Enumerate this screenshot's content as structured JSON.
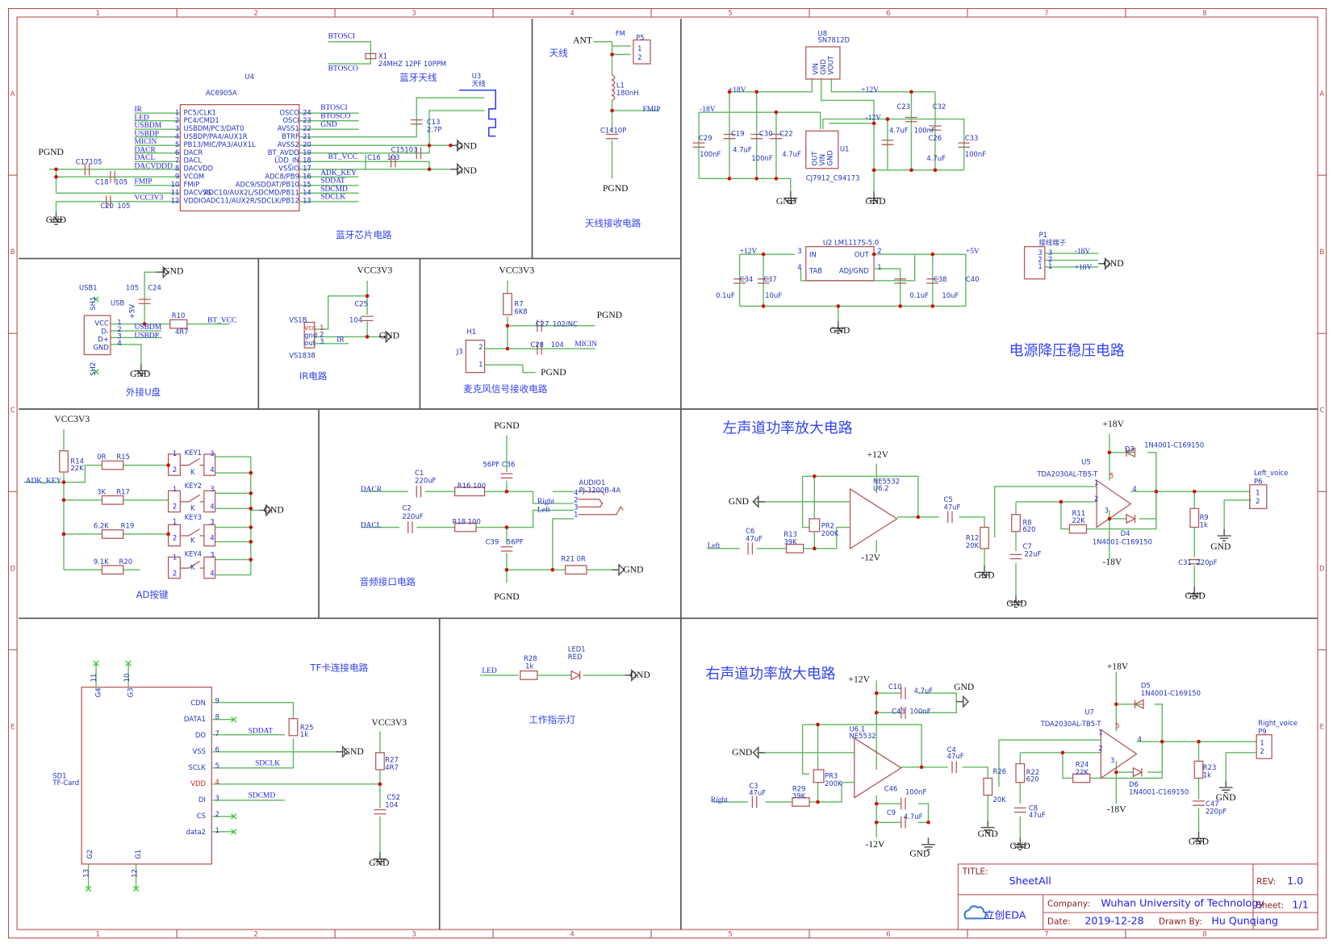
{
  "frame": {
    "columns": [
      "1",
      "2",
      "3",
      "4",
      "5",
      "6",
      "7",
      "8"
    ],
    "rows": [
      "A",
      "B",
      "C",
      "D",
      "E"
    ],
    "border_color": "#b84a4a",
    "wire_color": "#5cb85c",
    "part_color": "#b35656",
    "text_color": "#2222cc"
  },
  "title_block": {
    "title_label": "TITLE:",
    "title": "SheetAll",
    "rev_label": "REV:",
    "rev": "1.0",
    "company_label": "Company:",
    "company": "Wuhan University of Technology",
    "sheet_label": "Sheet:",
    "sheet": "1/1",
    "date_label": "Date:",
    "date": "2019-12-28",
    "drawn_label": "Drawn By:",
    "drawn_by": "Hu Qunqiang",
    "logo": "立创EDA"
  },
  "bt": {
    "title": "蓝牙芯片电路",
    "btosci": "BTOSCI",
    "btosco": "BTOSCO",
    "x1": "X1",
    "x1_val": "24MHZ 12PF 10PPM",
    "u4": "U4",
    "u4_val": "AC6905A",
    "ant_title": "蓝牙天线",
    "u3": "U3",
    "u3_val": "天线",
    "left_nets": [
      "IR",
      "LED",
      "USBDM",
      "USBDP",
      "MICIN",
      "DACR",
      "DACL",
      "DACVDDD",
      "FMIP",
      "VCC3V3"
    ],
    "left_pins": [
      "PC5/CLK1",
      "PC4/CMD1",
      "USBDM/PC3/DAT0",
      "USBDP/PA4/AUX1R",
      "PB13/MIC/PA3/AUX1L",
      "DACR",
      "DACL",
      "DACVDD",
      "VCOM",
      "FMIP",
      "DACVSS",
      "VDDIO"
    ],
    "left_nums": [
      "1",
      "2",
      "3",
      "4",
      "5",
      "6",
      "7",
      "8",
      "9",
      "10",
      "11",
      "12"
    ],
    "right_pins": [
      "OSCO",
      "OSCI",
      "AVSS1",
      "BTRF",
      "AVSS2",
      "BT_AVDD",
      "LOD_IN",
      "VSSIO",
      "ADC8/PB9",
      "ADC9/SDDAT/PB10",
      "ADC10/AUX2L/SDCMD/PB11",
      "ADC11/AUX2R/SDCLK/PB12"
    ],
    "right_nums": [
      "24",
      "23",
      "22",
      "21",
      "20",
      "19",
      "18",
      "17",
      "16",
      "15",
      "14",
      "13"
    ],
    "right_nets": [
      "BTOSCI",
      "BTOSCO",
      "GND",
      "BT_VCC",
      "ADK_KEY",
      "SDDAT",
      "SDCMD",
      "SDCLK"
    ],
    "c13": "C13",
    "c13_val": "2.7P",
    "c15": "C15103",
    "c16": "C16",
    "c16_val": "103",
    "gnd1": "GND",
    "gnd2": "GND",
    "pgnd": "PGND",
    "c17": "C17105",
    "c18": "C18",
    "c18_val": "105",
    "c20": "C20",
    "c20_val": "105",
    "gnd3": "GND"
  },
  "antenna": {
    "title": "天线接收电路",
    "ant": "ANT",
    "fm": "FM",
    "label": "天线",
    "p5": "P5",
    "p5_1": "1",
    "p5_2": "2",
    "l1": "L1",
    "l1_val": "180nH",
    "fmip": "FMIP",
    "c14": "C1410P",
    "pgnd": "PGND"
  },
  "power": {
    "title": "电源降压稳压电路",
    "u8": "U8",
    "u8_val": "SN7812D",
    "u8_pins": [
      "VIN",
      "GND",
      "VOUT"
    ],
    "u8_nums": "1 2 3",
    "p18": "+18V",
    "p12": "+12V",
    "m18": "-18V",
    "m12": "-12V",
    "c29": "C29",
    "c29_val": "100nF",
    "c19": "C19",
    "c19_val": "4.7uF",
    "c30": "C30",
    "c30_val": "100nF",
    "c22": "C22",
    "c22_val": "4.7uF",
    "u1": "U1",
    "u1_val": "CJ7912_C94173",
    "u1_pins": [
      "OUT",
      "VIN",
      "GND"
    ],
    "u1_nums": "3 2 1",
    "c23": "C23",
    "c23_val": "4.7uF",
    "c32": "C32",
    "c32_val": "100nF",
    "c26": "C26",
    "c26_val": "4.7uF",
    "c33": "C33",
    "c33_val": "100nF",
    "gnd1": "GND",
    "gnd2": "GND",
    "u2": "U2  LM1117S-5.0",
    "u2_in": "IN",
    "u2_out": "OUT",
    "u2_tab": "TAB",
    "u2_adj": "ADJ/GND",
    "n3": "3",
    "n2": "2",
    "n4": "4",
    "n1": "1",
    "p12b": "+12V",
    "p5": "+5V",
    "c34": "C34",
    "c34_val": "0.1uF",
    "c37": "C37",
    "c37_val": "10uF",
    "c38": "C38",
    "c38_val": "0.1uF",
    "c40": "C40",
    "c40_val": "10uF",
    "gnd3": "GND",
    "p1": "P1",
    "p1_val": "接线端子",
    "p1_nums": [
      "3",
      "2",
      "1"
    ],
    "p1_nets": [
      "-18V",
      "+18V"
    ],
    "gnd4": "GND"
  },
  "usb": {
    "title": "外接U盘",
    "usb1": "USB1",
    "usb": "USB",
    "sh1": "SH1",
    "sh2": "SH2",
    "pins": [
      "VCC",
      "D-",
      "D+",
      "GND"
    ],
    "nums": [
      "1",
      "2",
      "3",
      "4"
    ],
    "p5v": "+5V",
    "usbdm": "USBDM",
    "usbdp": "USBDP",
    "c24_val": "105",
    "c24": "C24",
    "r10": "R10",
    "r10_val": "4R7",
    "bt_vcc": "BT_VCC",
    "gnd1": "GND",
    "gnd2": "GND"
  },
  "ir": {
    "title": "IR电路",
    "vcc": "VCC3V3",
    "c25": "C25",
    "c25_val": "104",
    "vs1b": "VS1B",
    "vs1838": "VS1838",
    "pins": [
      "vcc",
      "gnd",
      "out"
    ],
    "nums": [
      "1",
      "2",
      "3"
    ],
    "ir": "IR",
    "gnd": "GND"
  },
  "mic": {
    "title": "麦克风信号接收电路",
    "vcc": "VCC3V3",
    "r7": "R7",
    "r7_val": "6K8",
    "c27": "C27",
    "c27_val": "102/NC",
    "pgnd1": "PGND",
    "c28": "C28",
    "c28_val": "104",
    "micin": "MICIN",
    "h1": "H1",
    "j3": "J3",
    "n2": "2",
    "n1": "1",
    "pgnd2": "PGND"
  },
  "keys": {
    "title": "AD按键",
    "vcc": "VCC3V3",
    "r14": "R14",
    "r14_val": "22K",
    "adk": "ADK_KEY",
    "rows": [
      {
        "rv": "0R",
        "r": "R15",
        "key": "KEY1"
      },
      {
        "rv": "3K",
        "r": "R17",
        "key": "KEY2"
      },
      {
        "rv": "6.2K",
        "r": "R19",
        "key": "KEY3"
      },
      {
        "rv": "9.1K",
        "r": "R20",
        "key": "KEY4"
      }
    ],
    "k": "K",
    "p1": "1",
    "p2": "2",
    "p3": "3",
    "p4": "4",
    "gnd": "GND"
  },
  "audio": {
    "title": "音频接口电路",
    "pgnd1": "PGND",
    "c36": "56PF  C36",
    "c1": "C1",
    "c1_val": "220uF",
    "dacr": "DACR",
    "r16": "R16 100",
    "audio1": "AUDIO1",
    "audio1_val": "PJ-3200B-4A",
    "right": "Right",
    "left": "Left",
    "nums": [
      "4",
      "2",
      "3",
      "1"
    ],
    "c2": "C2",
    "c2_val": "220uF",
    "dacl": "DACL",
    "r18": "R18 100",
    "c39": "C39",
    "c39_val": "56PF",
    "r21": "R21  0R",
    "gnd": "GND",
    "pgnd2": "PGND"
  },
  "left_amp": {
    "title": "左声道功率放大电路",
    "p12": "+12V",
    "ne": "NE5532",
    "u62": "U6.2",
    "gnd1": "GND",
    "c6": "C6",
    "c6_val": "47uF",
    "left": "Left",
    "r13": "R13",
    "r13_val": "39K",
    "pr2": "PR2",
    "pr2_val": "200K",
    "m12": "-12V",
    "c5": "C5",
    "c5_val": "47uF",
    "r12": "R12",
    "r12_val": "20K",
    "gnd2": "GND",
    "r8": "R8",
    "r8_val": "620",
    "c7": "C7",
    "c7_val": "22uF",
    "gnd3": "GND",
    "u5": "U5",
    "u5_val": "TDA2030AL-TB5-T",
    "p18": "+18V",
    "d3": "D3",
    "d3_val": "1N4001-C169150",
    "r11": "R11",
    "r11_val": "22K",
    "d4": "D4",
    "d4_val": "1N4001-C169150",
    "m18": "-18V",
    "r9": "R9",
    "r9_val": "1k",
    "c31": "C31",
    "c31_val": "220pF",
    "gnd4": "GND",
    "voice": "Left_voice",
    "p6": "P6",
    "gnd5": "GND",
    "n1": "1",
    "n2": "2",
    "n3": "3",
    "n4": "4",
    "n5": "5"
  },
  "right_amp": {
    "title": "右声道功率放大电路",
    "p12": "+12V",
    "c10": "C10",
    "c10_val": "4.7uF",
    "gnd0": "GND",
    "c43": "C43",
    "c43_val": "100nF",
    "u61": "U6.1",
    "ne": "NE5532",
    "gnd1": "GND",
    "c3": "C3",
    "c3_val": "47uF",
    "right": "Right",
    "r29": "R29",
    "r29_val": "39K",
    "pr3": "PR3",
    "pr3_val": "200K",
    "c46": "C46",
    "c46_val": "100nF",
    "c9": "C9",
    "c9_val": "4.7uF",
    "m12": "-12V",
    "gnd6": "GND",
    "c4": "C4",
    "c4_val": "47uF",
    "r26": "R26",
    "r26_val": "20K",
    "gnd2": "GND",
    "r22": "R22",
    "r22_val": "620",
    "c8": "C8",
    "c8_val": "47uF",
    "gnd3": "GND",
    "u7": "U7",
    "u7_val": "TDA2030AL-TB5-T",
    "p18": "+18V",
    "d5": "D5",
    "d5_val": "1N4001-C169150",
    "r24": "R24",
    "r24_val": "22K",
    "d6": "D6",
    "d6_val": "1N4001-C169150",
    "m18": "-18V",
    "r23": "R23",
    "r23_val": "1k",
    "c47": "C47",
    "c47_val": "220pF",
    "gnd4": "GND",
    "voice": "Right_voice",
    "p9": "P9",
    "gnd5": "GND",
    "n1": "1",
    "n2": "2",
    "n3": "3",
    "n4": "4",
    "n5": "5"
  },
  "tf": {
    "title": "TF卡连接电路",
    "sd1": "SD1",
    "sd1_val": "TF-Card",
    "pins": [
      "CDN",
      "DATA1",
      "DO",
      "VSS",
      "SCLK",
      "VDD",
      "DI",
      "CS",
      "data2"
    ],
    "nums": [
      "9",
      "8",
      "7",
      "6",
      "5",
      "4",
      "3",
      "2",
      "1"
    ],
    "g4": "G4",
    "g3": "G3",
    "g2": "G2",
    "g1": "G1",
    "n11": "11",
    "n10": "10",
    "n13": "13",
    "n12": "12",
    "sddat": "SDDAT",
    "sdclk": "SDCLK",
    "sdcmd": "SDCMD",
    "r25": "R25",
    "r25_val": "1k",
    "gnd1": "GND",
    "vcc": "VCC3V3",
    "r27": "R27",
    "r27_val": "4R7",
    "c52": "C52",
    "c52_val": "104",
    "gnd2": "GND"
  },
  "led": {
    "title": "工作指示灯",
    "led": "LED",
    "r28": "R28",
    "r28_val": "1k",
    "led1": "LED1",
    "led1_val": "RED",
    "gnd": "GND"
  }
}
